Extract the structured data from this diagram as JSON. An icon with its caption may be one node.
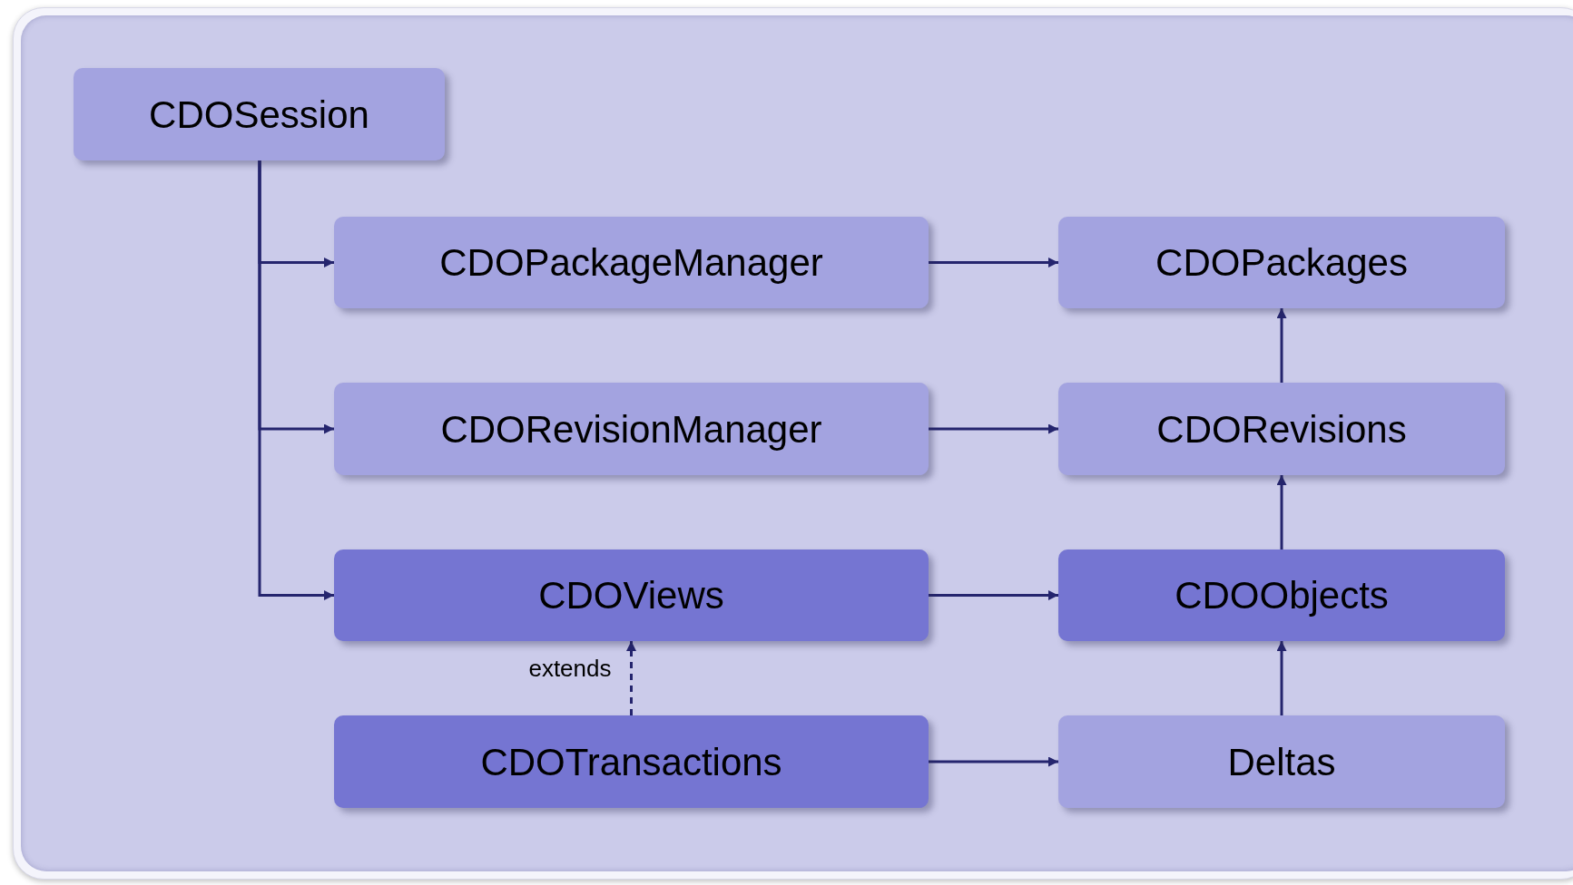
{
  "diagram": {
    "nodes": [
      {
        "text": [
          "CDOSession"
        ]
      },
      {
        "text": [
          "CDOPackageManager"
        ]
      },
      {
        "text": [
          "CDOPackages"
        ]
      },
      {
        "text": [
          "CDORevisionManager"
        ]
      },
      {
        "text": [
          "CDORevisions"
        ]
      },
      {
        "text": [
          "CDOViews"
        ]
      },
      {
        "text": [
          "CDOObjects"
        ]
      },
      {
        "text": [
          "CDOTransactions"
        ]
      },
      {
        "text": [
          "Deltas"
        ]
      }
    ],
    "edges": [
      {
        "from": 0,
        "to": 1,
        "arrow": "to"
      },
      {
        "from": 0,
        "to": 3,
        "arrow": "to"
      },
      {
        "from": 0,
        "to": 5,
        "arrow": "to"
      },
      {
        "from": 1,
        "to": 2,
        "arrow": "to"
      },
      {
        "from": 3,
        "to": 4,
        "arrow": "to"
      },
      {
        "from": 4,
        "to": 2,
        "arrow": "to"
      },
      {
        "from": 5,
        "to": 6,
        "arrow": "to"
      },
      {
        "from": 6,
        "to": 4,
        "arrow": "to"
      },
      {
        "from": 8,
        "to": 6,
        "arrow": "to"
      },
      {
        "from": 7,
        "to": 8,
        "arrow": "to"
      },
      {
        "from": 7,
        "to": 5,
        "arrow": "to",
        "style": "dashed",
        "label": "extends"
      }
    ]
  }
}
